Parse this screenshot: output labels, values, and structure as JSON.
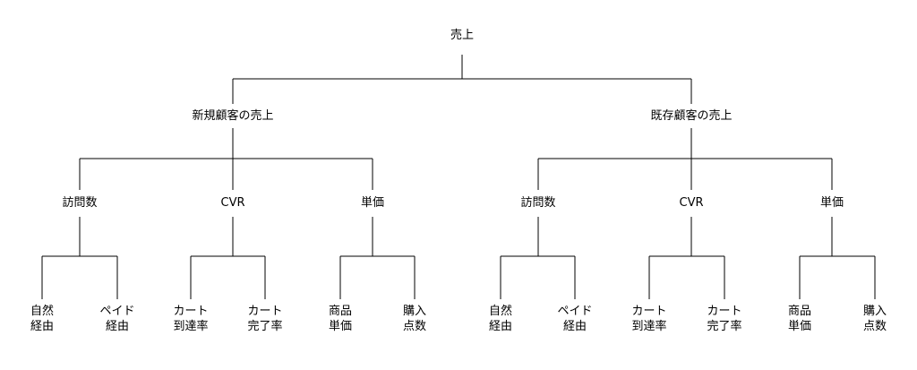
{
  "root": {
    "label": "売上"
  },
  "branches": [
    {
      "label": "新規顧客の売上",
      "children": [
        {
          "label": "訪問数",
          "leaves": [
            [
              "自然",
              "経由"
            ],
            [
              "ペイド",
              "経由"
            ]
          ]
        },
        {
          "label": "CVR",
          "leaves": [
            [
              "カート",
              "到達率"
            ],
            [
              "カート",
              "完了率"
            ]
          ]
        },
        {
          "label": "単価",
          "leaves": [
            [
              "商品",
              "単価"
            ],
            [
              "購入",
              "点数"
            ]
          ]
        }
      ]
    },
    {
      "label": "既存顧客の売上",
      "children": [
        {
          "label": "訪問数",
          "leaves": [
            [
              "自然",
              "経由"
            ],
            [
              "ペイド",
              "経由"
            ]
          ]
        },
        {
          "label": "CVR",
          "leaves": [
            [
              "カート",
              "到達率"
            ],
            [
              "カート",
              "完了率"
            ]
          ]
        },
        {
          "label": "単価",
          "leaves": [
            [
              "商品",
              "単価"
            ],
            [
              "購入",
              "点数"
            ]
          ]
        }
      ]
    }
  ]
}
